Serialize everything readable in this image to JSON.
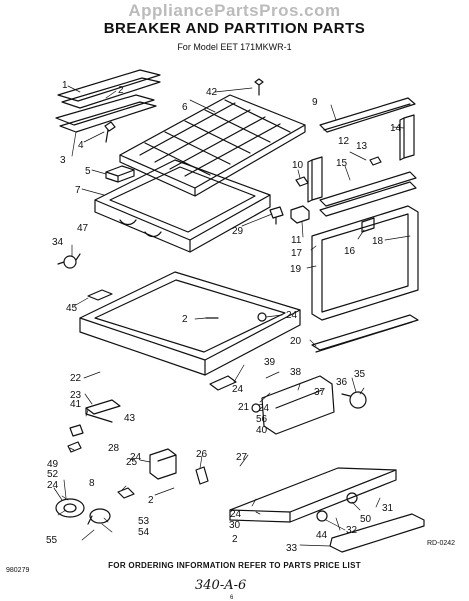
{
  "watermark": "AppliancePartsPros.com",
  "title": "BREAKER AND PARTITION PARTS",
  "subtitle": "For Model EET 171MKWR-1",
  "footer": "FOR ORDERING INFORMATION REFER TO PARTS PRICE LIST",
  "code_left": "980279",
  "code_right": "RD-0242",
  "handwritten": "340-A-6",
  "page_number": "6",
  "callouts": [
    {
      "id": "c1",
      "n": "1"
    },
    {
      "id": "c2a",
      "n": "2"
    },
    {
      "id": "c3",
      "n": "3"
    },
    {
      "id": "c4",
      "n": "4"
    },
    {
      "id": "c5",
      "n": "5"
    },
    {
      "id": "c6",
      "n": "6"
    },
    {
      "id": "c7",
      "n": "7"
    },
    {
      "id": "c8",
      "n": "8"
    },
    {
      "id": "c9",
      "n": "9"
    },
    {
      "id": "c10",
      "n": "10"
    },
    {
      "id": "c11",
      "n": "11"
    },
    {
      "id": "c12",
      "n": "12"
    },
    {
      "id": "c13",
      "n": "13"
    },
    {
      "id": "c14",
      "n": "14"
    },
    {
      "id": "c15",
      "n": "15"
    },
    {
      "id": "c16",
      "n": "16"
    },
    {
      "id": "c17",
      "n": "17"
    },
    {
      "id": "c18",
      "n": "18"
    },
    {
      "id": "c19",
      "n": "19"
    },
    {
      "id": "c20",
      "n": "20"
    },
    {
      "id": "c21",
      "n": "21"
    },
    {
      "id": "c22",
      "n": "22"
    },
    {
      "id": "c23",
      "n": "23"
    },
    {
      "id": "c24a",
      "n": "24"
    },
    {
      "id": "c25",
      "n": "25"
    },
    {
      "id": "c26",
      "n": "26"
    },
    {
      "id": "c27",
      "n": "27"
    },
    {
      "id": "c28",
      "n": "28"
    },
    {
      "id": "c29",
      "n": "29"
    },
    {
      "id": "c30",
      "n": "30"
    },
    {
      "id": "c31",
      "n": "31"
    },
    {
      "id": "c32",
      "n": "32"
    },
    {
      "id": "c33",
      "n": "33"
    },
    {
      "id": "c34",
      "n": "34"
    },
    {
      "id": "c35",
      "n": "35"
    },
    {
      "id": "c36",
      "n": "36"
    },
    {
      "id": "c37",
      "n": "37"
    },
    {
      "id": "c38",
      "n": "38"
    },
    {
      "id": "c39",
      "n": "39"
    },
    {
      "id": "c40",
      "n": "40"
    },
    {
      "id": "c41",
      "n": "41"
    },
    {
      "id": "c42",
      "n": "42"
    },
    {
      "id": "c43",
      "n": "43"
    },
    {
      "id": "c44",
      "n": "44"
    },
    {
      "id": "c45",
      "n": "45"
    },
    {
      "id": "c47",
      "n": "47"
    },
    {
      "id": "c49",
      "n": "49"
    },
    {
      "id": "c50",
      "n": "50"
    },
    {
      "id": "c52",
      "n": "52"
    },
    {
      "id": "c53",
      "n": "53"
    },
    {
      "id": "c54",
      "n": "54"
    },
    {
      "id": "c55",
      "n": "55"
    },
    {
      "id": "c56",
      "n": "56"
    },
    {
      "id": "c2b",
      "n": "2"
    },
    {
      "id": "c2c",
      "n": "2"
    },
    {
      "id": "c2d",
      "n": "2"
    },
    {
      "id": "c24b",
      "n": "24"
    },
    {
      "id": "c24c",
      "n": "24"
    },
    {
      "id": "c24d",
      "n": "24"
    },
    {
      "id": "c24e",
      "n": "24"
    },
    {
      "id": "c24f",
      "n": "24"
    },
    {
      "id": "c24g",
      "n": "24"
    }
  ]
}
